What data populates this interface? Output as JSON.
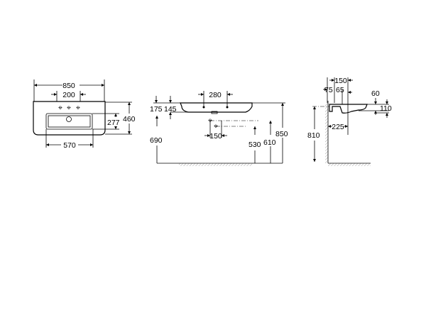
{
  "title": "Washbasin dimension drawing",
  "units": "mm",
  "top_view": {
    "width": "850",
    "tap_spacing": "200",
    "depth": "460",
    "bowl_depth": "277",
    "bowl_width": "570"
  },
  "front_view": {
    "tap_hole_spacing": "280",
    "thickness_outer": "175",
    "thickness_inner": "145",
    "underside_height": "690",
    "drain_spacing": "150",
    "drain_height_low": "530",
    "drain_height_high": "610",
    "total_height": "850"
  },
  "side_view": {
    "projection": "150",
    "wall_gap": "75",
    "tap_offset": "65",
    "rim_height": "60",
    "front_height": "110",
    "drain_offset": "225",
    "mount_height": "810"
  }
}
